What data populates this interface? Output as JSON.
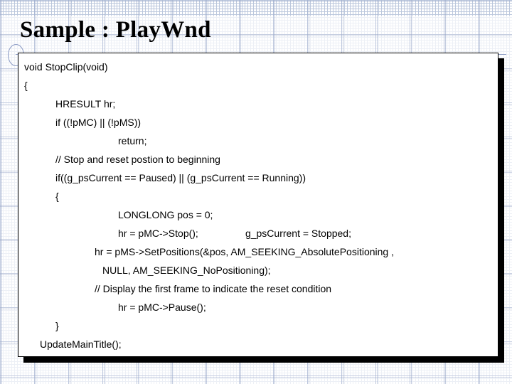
{
  "slide": {
    "title": "Sample : PlayWnd",
    "accent_color": "#8a9ac4",
    "background_color": "#ffffff",
    "text_color": "#000000"
  },
  "code": {
    "language": "cpp",
    "lines": [
      {
        "indent": 0,
        "text": "void StopClip(void)"
      },
      {
        "indent": 0,
        "text": "{"
      },
      {
        "indent": 4,
        "text": "HRESULT hr;"
      },
      {
        "indent": 4,
        "text": "if ((!pMC) || (!pMS))"
      },
      {
        "indent": 12,
        "text": "return;"
      },
      {
        "indent": 4,
        "text": "// Stop and reset postion to beginning"
      },
      {
        "indent": 4,
        "text": "if((g_psCurrent == Paused) || (g_psCurrent == Running))"
      },
      {
        "indent": 4,
        "text": "{"
      },
      {
        "indent": 12,
        "text": "LONGLONG pos = 0;"
      },
      {
        "indent": 12,
        "text": "hr = pMC->Stop();                 g_psCurrent = Stopped;"
      },
      {
        "indent": 9,
        "text": "hr = pMS->SetPositions(&pos, AM_SEEKING_AbsolutePositioning ,"
      },
      {
        "indent": 10,
        "text": "NULL, AM_SEEKING_NoPositioning);"
      },
      {
        "indent": 9,
        "text": "// Display the first frame to indicate the reset condition"
      },
      {
        "indent": 12,
        "text": "hr = pMC->Pause();"
      },
      {
        "indent": 4,
        "text": "}"
      },
      {
        "indent": 2,
        "text": "UpdateMainTitle();"
      },
      {
        "indent": 0,
        "text": "}"
      }
    ]
  }
}
